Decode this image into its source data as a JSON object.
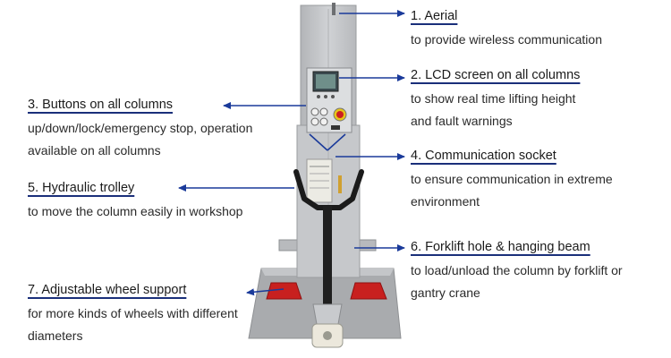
{
  "colors": {
    "arrow": "#1a3a9a",
    "underline": "#1a2f7a",
    "column_body": "#c3c5c8",
    "base_plate": "#a9abae",
    "red_pads": "#c8201f",
    "handle": "#1b1b1b"
  },
  "callouts": [
    {
      "title": "1. Aerial",
      "lines": [
        "to provide wireless communication"
      ]
    },
    {
      "title": "2. LCD screen on all columns",
      "lines": [
        "to show real time lifting height",
        "and fault warnings"
      ]
    },
    {
      "title": "3. Buttons on all columns",
      "lines": [
        "up/down/lock/emergency stop, operation",
        "available on all columns"
      ]
    },
    {
      "title": "4. Communication socket",
      "lines": [
        "to ensure communication in extreme",
        "environment"
      ]
    },
    {
      "title": "5. Hydraulic trolley",
      "lines": [
        "to move the column easily in workshop"
      ]
    },
    {
      "title": "6. Forklift hole & hanging beam",
      "lines": [
        "to load/unload the column by forklift or",
        "gantry crane"
      ]
    },
    {
      "title": "7. Adjustable wheel support",
      "lines": [
        "for more kinds of wheels with different",
        "diameters"
      ]
    }
  ]
}
